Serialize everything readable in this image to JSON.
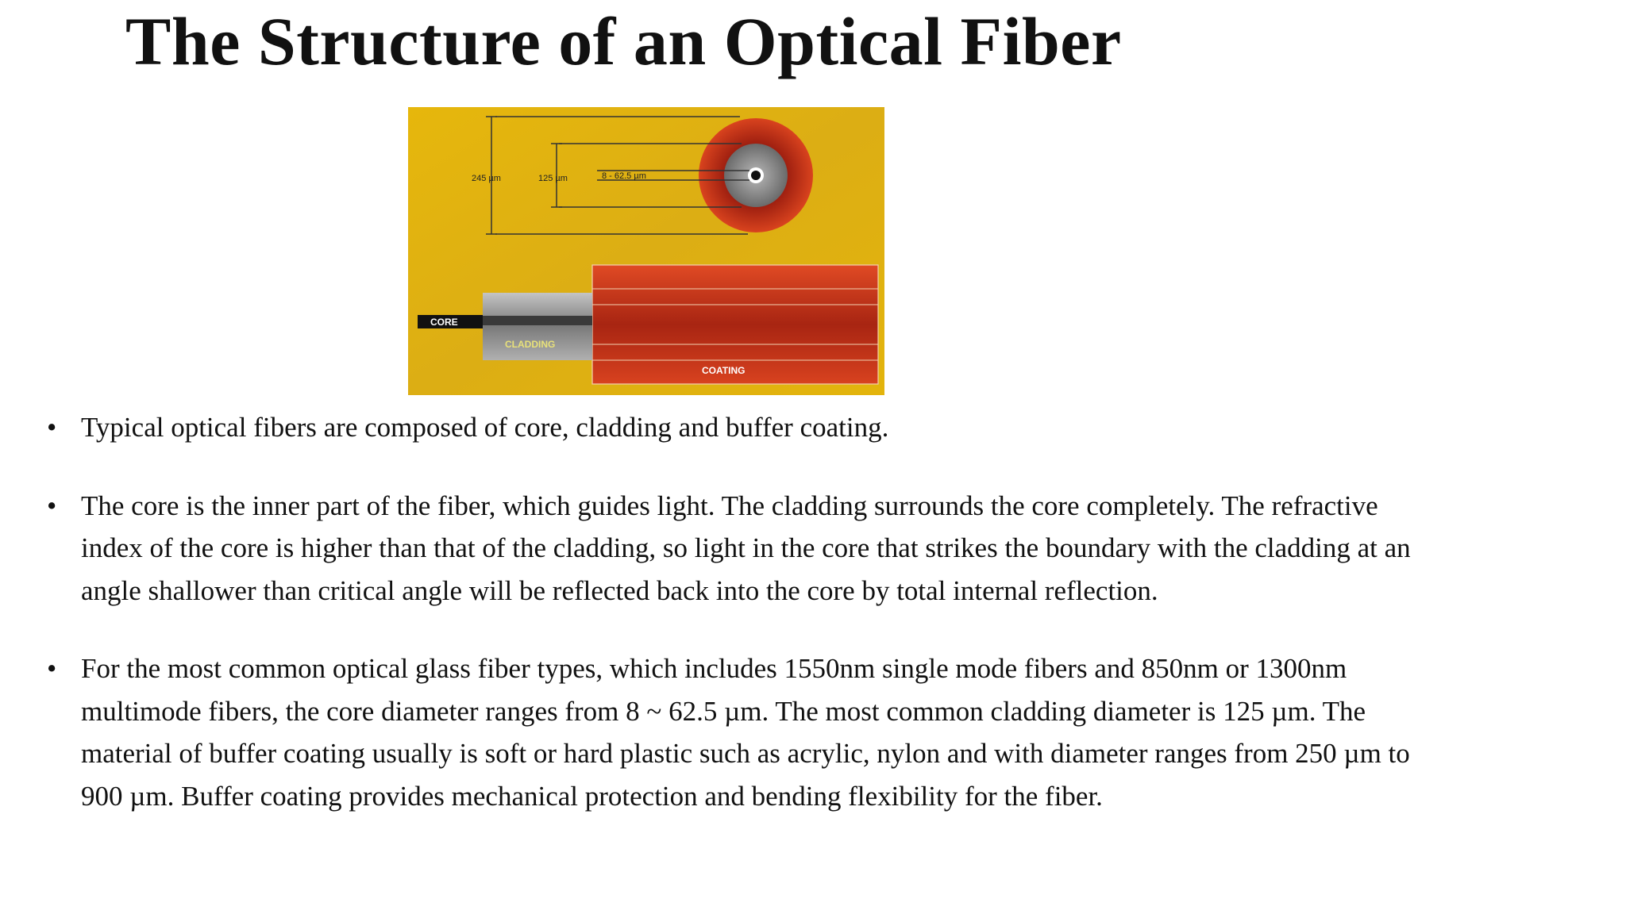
{
  "slide": {
    "title": "The Structure of an Optical Fiber"
  },
  "figure": {
    "dim_outer": "245 µm",
    "dim_cladding": "125 µm",
    "dim_core": "8 - 62.5 µm",
    "label_core": "CORE",
    "label_cladding": "CLADDING",
    "label_coating": "COATING",
    "colors": {
      "background": "#e2b30e",
      "coating": "#c0351b",
      "cladding": "#8a8a8a",
      "core": "#111111"
    }
  },
  "bullets": [
    "Typical optical fibers are composed of core, cladding and buffer coating.",
    "The core is the inner part of the fiber, which guides light. The cladding surrounds the core completely. The refractive index of the core is higher than that of the cladding, so light in the core that strikes the boundary with the cladding at an angle shallower than critical angle will be reflected back into the core by total internal reflection.",
    "For the most common optical glass fiber types, which includes 1550nm single mode fibers and 850nm or 1300nm multimode fibers, the core diameter ranges from 8 ~ 62.5 µm. The most common cladding diameter is 125 µm. The material of buffer coating usually is soft or hard plastic such as acrylic, nylon and with diameter ranges from 250 µm to 900 µm. Buffer coating provides mechanical protection and bending flexibility for the fiber."
  ]
}
